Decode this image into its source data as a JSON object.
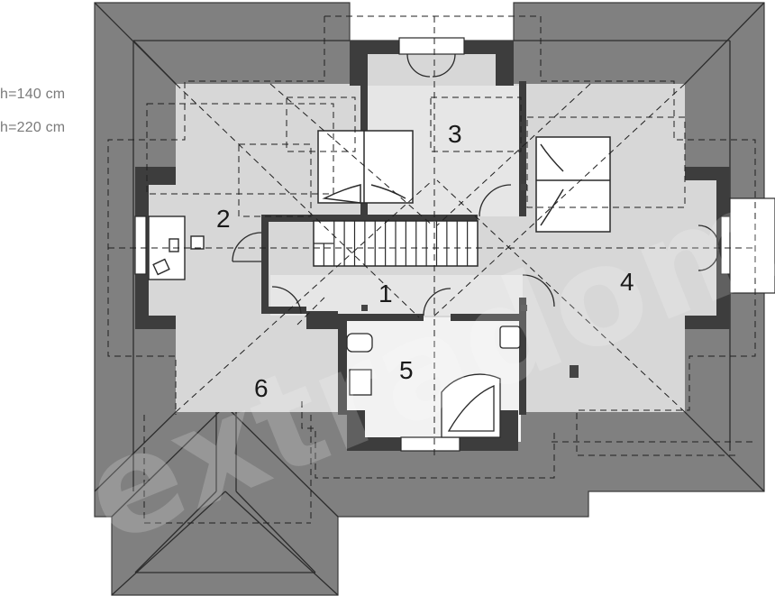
{
  "legend": {
    "line1": "h=140 cm",
    "line2": "h=220 cm"
  },
  "rooms": {
    "r1": "1",
    "r2": "2",
    "r3": "3",
    "r4": "4",
    "r5": "5",
    "r6": "6"
  },
  "colors": {
    "roof": "#7f7f7f",
    "roof_edge": "#3a3a3a",
    "floor": "#d6d6d6",
    "floor_light": "#e8e8e8",
    "wall": "#3d3d3d",
    "dash": "#1e1e1e",
    "white": "#ffffff"
  },
  "watermark": "extradom"
}
